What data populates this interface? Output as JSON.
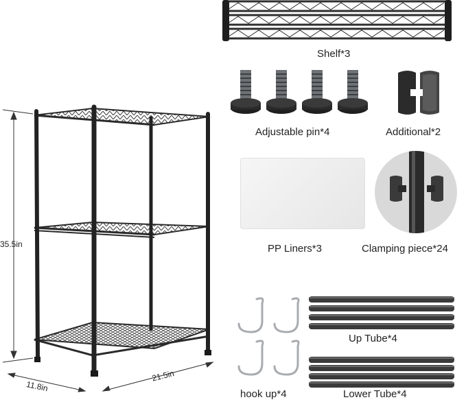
{
  "product": {
    "dimensions": {
      "height": "35.5in",
      "depth": "11.8in",
      "width": "21.5in"
    }
  },
  "parts": [
    {
      "id": "shelf",
      "label": "Shelf*3",
      "icon": "wire-shelf-icon"
    },
    {
      "id": "pin",
      "label": "Adjustable pin*4",
      "icon": "leveling-foot-icon"
    },
    {
      "id": "additional",
      "label": "Additional*2",
      "icon": "connector-sleeve-icon"
    },
    {
      "id": "liner",
      "label": "PP Liners*3",
      "icon": "liner-sheet-icon"
    },
    {
      "id": "clamp",
      "label": "Clamping piece*24",
      "icon": "clamp-closeup-icon"
    },
    {
      "id": "hook",
      "label": "hook up*4",
      "icon": "s-hook-icon"
    },
    {
      "id": "uptube",
      "label": "Up Tube*4",
      "icon": "tube-icon"
    },
    {
      "id": "lowertube",
      "label": "Lower Tube*4",
      "icon": "tube-icon"
    }
  ],
  "colors": {
    "metal": "#2a2a2a",
    "background": "#ffffff",
    "label": "#222222",
    "chrome": "#b9bcc0"
  }
}
